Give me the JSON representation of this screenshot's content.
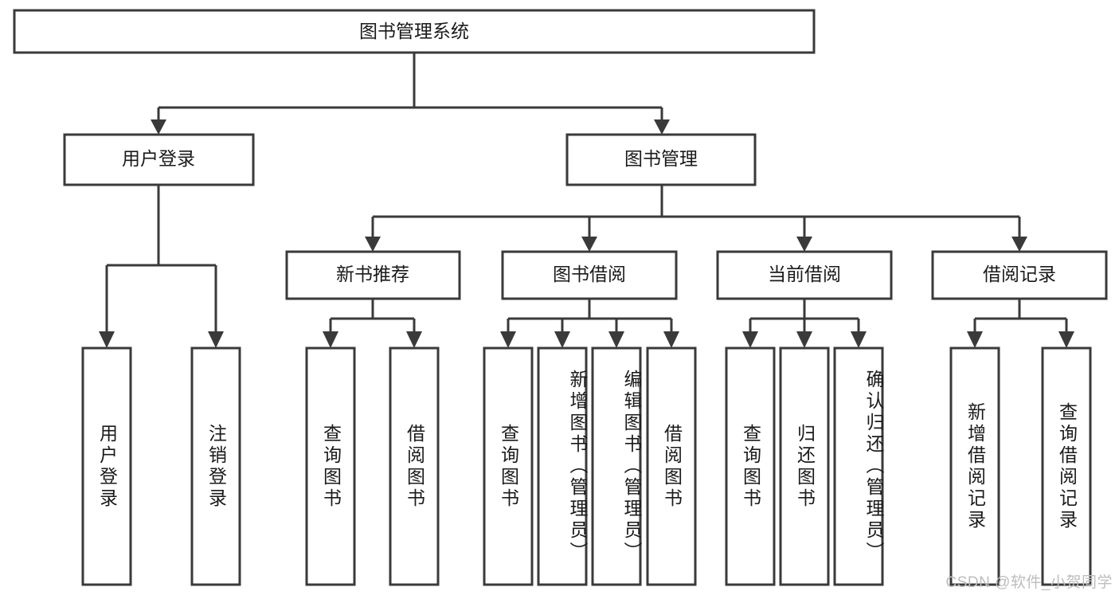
{
  "diagram": {
    "title": "图书管理系统",
    "watermark": "CSDN @软件_小贺同学",
    "line_color": "#3a3a3a",
    "box_fill": "#ffffff",
    "text_color": "#1a1a1a",
    "watermark_color": "#bdbdbd",
    "root": {
      "label": "图书管理系统",
      "orientation": "horizontal"
    },
    "level1": [
      {
        "label": "用户登录",
        "orientation": "horizontal"
      },
      {
        "label": "图书管理",
        "orientation": "horizontal"
      }
    ],
    "level2": [
      {
        "label": "新书推荐",
        "orientation": "horizontal",
        "parent": "图书管理"
      },
      {
        "label": "图书借阅",
        "orientation": "horizontal",
        "parent": "图书管理"
      },
      {
        "label": "当前借阅",
        "orientation": "horizontal",
        "parent": "图书管理"
      },
      {
        "label": "借阅记录",
        "orientation": "horizontal",
        "parent": "图书管理"
      }
    ],
    "leaves": [
      {
        "label": "用户登录",
        "orientation": "vertical",
        "parent": "用户登录"
      },
      {
        "label": "注销登录",
        "orientation": "vertical",
        "parent": "用户登录"
      },
      {
        "label": "查询图书",
        "orientation": "vertical",
        "parent": "新书推荐"
      },
      {
        "label": "借阅图书",
        "orientation": "vertical",
        "parent": "新书推荐"
      },
      {
        "label": "查询图书",
        "orientation": "vertical",
        "parent": "图书借阅"
      },
      {
        "label": "新增图书（管理员）",
        "orientation": "vertical",
        "parent": "图书借阅"
      },
      {
        "label": "编辑图书（管理员）",
        "orientation": "vertical",
        "parent": "图书借阅"
      },
      {
        "label": "借阅图书",
        "orientation": "vertical",
        "parent": "图书借阅"
      },
      {
        "label": "查询图书",
        "orientation": "vertical",
        "parent": "当前借阅"
      },
      {
        "label": "归还图书",
        "orientation": "vertical",
        "parent": "当前借阅"
      },
      {
        "label": "确认归还（管理员）",
        "orientation": "vertical",
        "parent": "当前借阅"
      },
      {
        "label": "新增借阅记录",
        "orientation": "vertical",
        "parent": "借阅记录"
      },
      {
        "label": "查询借阅记录",
        "orientation": "vertical",
        "parent": "借阅记录"
      }
    ]
  }
}
